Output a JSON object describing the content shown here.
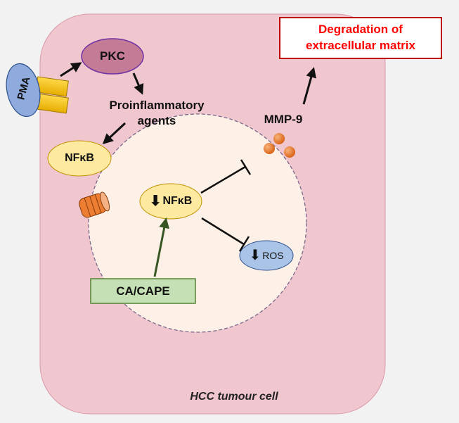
{
  "nodes": {
    "pma": "PMA",
    "pkc": "PKC",
    "proinflammatory_line1": "Proinflammatory",
    "proinflammatory_line2": "agents",
    "nfkb_outer": "NFκB",
    "nfkb_inner": "NFκB",
    "ros": "ROS",
    "mmp9": "MMP-9",
    "ca_cape": "CA/CAPE",
    "degradation_line1": "Degradation of",
    "degradation_line2": "extracellular matrix",
    "cell_label": "HCC tumour cell"
  },
  "colors": {
    "background": "#f2f2f2",
    "cell_fill": "#f0c6cf",
    "nucleus_fill": "#fdf0e6",
    "pkc_fill": "#c47b96",
    "nfkb_fill": "#fde9a0",
    "ros_fill": "#a9c4e6",
    "pma_fill": "#8faadc",
    "receptor_fill": "#f5c400",
    "mmp_fill": "#ed7d31",
    "cape_fill": "#c5e0b4",
    "degradation_text": "#ff0000",
    "activation_arrow": "#375623"
  },
  "icons": {
    "down_arrow": "⬇"
  }
}
